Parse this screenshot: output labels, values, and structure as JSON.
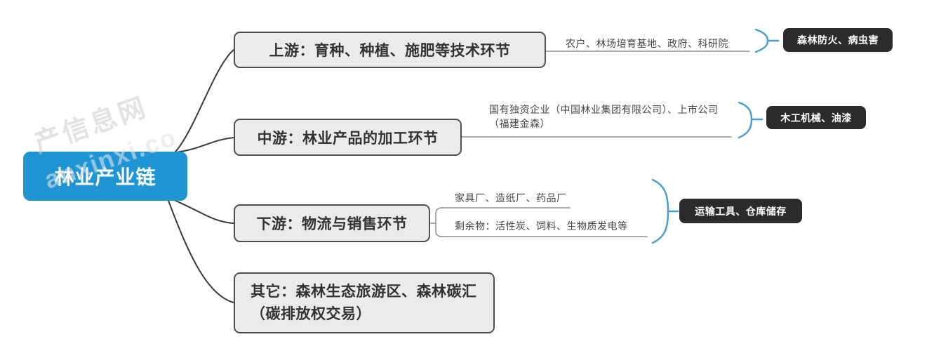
{
  "root": {
    "label": "林业产业链"
  },
  "branches": [
    {
      "label": "上游：育种、种植、施肥等技术环节",
      "items": [
        "农户、林场培育基地、政府、科研院"
      ],
      "tag": "森林防火、病虫害"
    },
    {
      "label": "中游：林业产品的加工环节",
      "items": [
        "国有独资企业（中国林业集团有限公司）、上市公司（福建金森）"
      ],
      "tag": "木工机械、油漆"
    },
    {
      "label": "下游：物流与销售环节",
      "items": [
        "家具厂、造纸厂、药品厂",
        "剩余物：活性炭、饲料、生物质发电等"
      ],
      "tag": "运输工具、仓库储存"
    },
    {
      "label": "其它：森林生态旅游区、森林碳汇（碳排放权交易）"
    }
  ],
  "watermark": {
    "cn": "产信息网",
    "en": "anxinxi.co"
  },
  "colors": {
    "root_fill": "#2095d4",
    "branch_fill": "#ebebeb",
    "branch_border": "#4f4f4f",
    "tag_fill": "#2b2b2b",
    "brace": "#4b9cd6",
    "root_connector": "#3a3a3a",
    "sub_line": "#8f8f8f"
  }
}
